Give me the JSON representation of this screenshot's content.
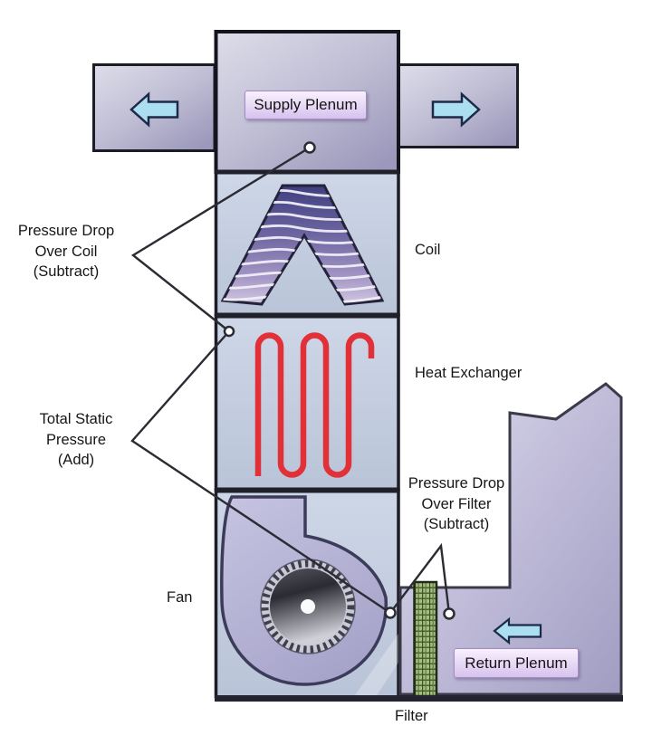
{
  "diagram": {
    "components": {
      "supply_plenum": {
        "label": "Supply Plenum"
      },
      "coil": {
        "label": "Coil"
      },
      "heat_exchanger": {
        "label": "Heat Exchanger"
      },
      "fan": {
        "label": "Fan"
      },
      "filter": {
        "label": "Filter"
      },
      "return_plenum": {
        "label": "Return Plenum"
      }
    },
    "annotations": {
      "coil_drop": {
        "lines": [
          "Pressure Drop",
          "Over Coil",
          "(Subtract)"
        ]
      },
      "total_static": {
        "lines": [
          "Total Static",
          "Pressure",
          "(Add)"
        ]
      },
      "filter_drop": {
        "lines": [
          "Pressure Drop",
          "Over Filter",
          "(Subtract)"
        ]
      }
    },
    "icons": {
      "supply_left_arrow": "airflow-arrow-left",
      "supply_right_arrow": "airflow-arrow-right",
      "return_arrow": "airflow-arrow-left",
      "pressure_taps": "pressure-tap-port"
    },
    "colors": {
      "duct_light": "#dcdbe9",
      "duct_dark": "#9f9cbe",
      "cabinet_fill": "#c5cfe0",
      "coil_indigo": "#3f3e7e",
      "heat_exchanger_red": "#e13038",
      "filter_green": "#a6bf80",
      "arrow_cyan": "#abdff0",
      "label_chip_fill": "#e3d2f2",
      "outline": "#1c1c26"
    }
  }
}
